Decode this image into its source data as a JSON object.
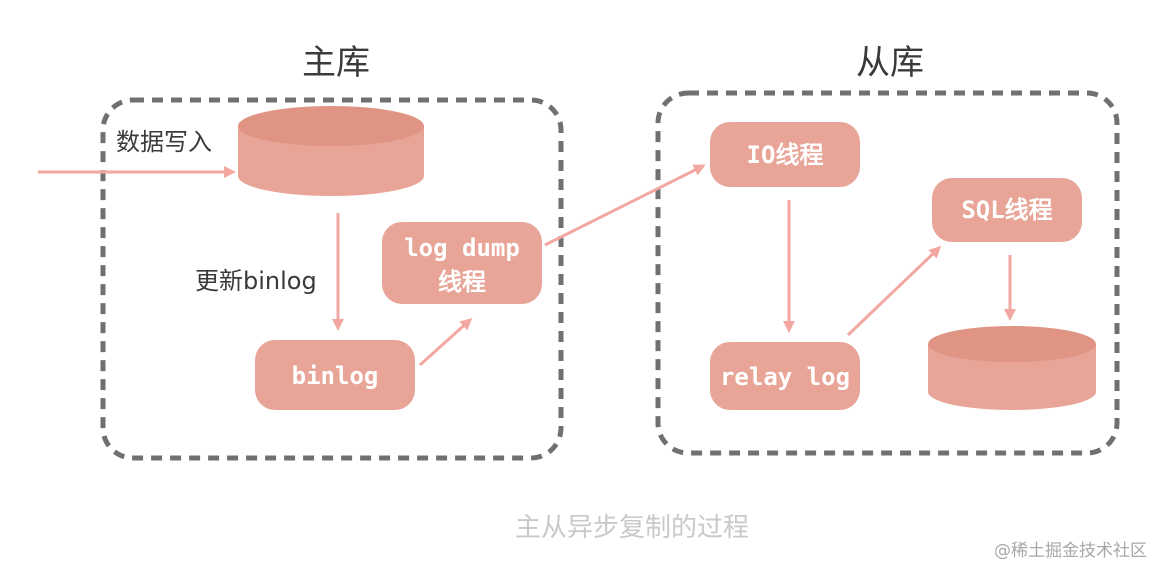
{
  "regions": {
    "master": {
      "title": "主库"
    },
    "slave": {
      "title": "从库"
    }
  },
  "nodes": {
    "binlog": "binlog",
    "log_dump_line1": "log dump",
    "log_dump_line2": "线程",
    "io_thread": "IO线程",
    "relay_log": "relay log",
    "sql_thread": "SQL线程"
  },
  "edges": {
    "data_write": "数据写入",
    "update_binlog": "更新binlog"
  },
  "caption": "主从异步复制的过程",
  "watermark": "@稀土掘金技术社区",
  "colors": {
    "node_fill": "#e8a497",
    "node_dark": "#d9887a",
    "arrow": "#f2a8a0",
    "dashed_border": "#707070",
    "text": "#3a3a3a",
    "caption": "#c9c9c9"
  }
}
